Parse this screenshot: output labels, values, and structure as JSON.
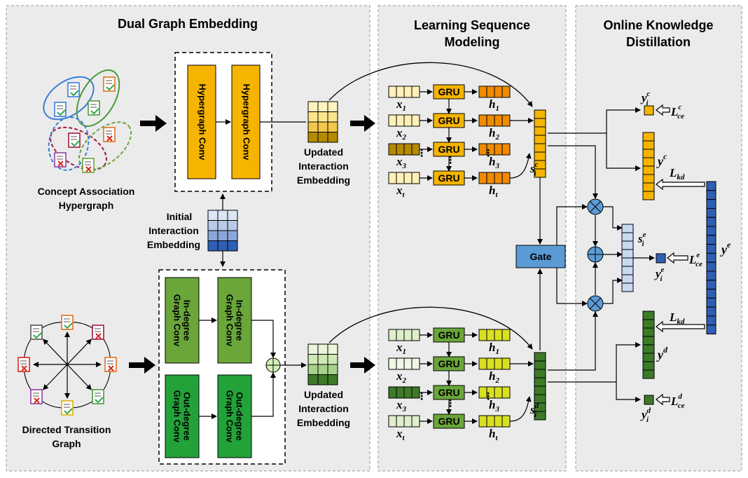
{
  "panels": {
    "dual_graph": {
      "title": "Dual Graph Embedding"
    },
    "sequence": {
      "title_line1": "Learning Sequence",
      "title_line2": "Modeling"
    },
    "distill": {
      "title_line1": "Online Knowledge",
      "title_line2": "Distillation"
    }
  },
  "labels": {
    "concept_hypergraph_line1": "Concept Association",
    "concept_hypergraph_line2": "Hypergraph",
    "directed_graph_line1": "Directed Transition",
    "directed_graph_line2": "Graph",
    "initial_line1": "Initial",
    "initial_line2": "Interaction",
    "initial_line3": "Embedding",
    "updated_line1": "Updated",
    "updated_line2": "Interaction",
    "updated_line3": "Embedding",
    "hypergraph_conv": "Hypergraph Conv",
    "in_degree_line1": "In-degree",
    "in_degree_line2": "Graph Conv",
    "out_degree_line1": "Out-degree",
    "out_degree_line2": "Graph Conv",
    "gru": "GRU",
    "gate": "Gate"
  },
  "math": {
    "x": "x",
    "h": "h",
    "sub1": "1",
    "sub2": "2",
    "sub3": "3",
    "subt": "t",
    "s": "s",
    "y": "y",
    "L": "L",
    "i": "i",
    "c": "c",
    "d": "d",
    "e": "e",
    "ce": "ce",
    "kd": "kd",
    "vdots": "⋮"
  },
  "colors": {
    "panel_bg": "#ebebeb",
    "hyper_orange": "#f5b400",
    "green_mid": "#6aa63a",
    "green_bright": "#23a23a",
    "blue_dark": "#2e5fb4",
    "blue_light": "#c9d9ef",
    "gate_blue": "#5b9bd5",
    "yellow_green": "#d8e021"
  }
}
